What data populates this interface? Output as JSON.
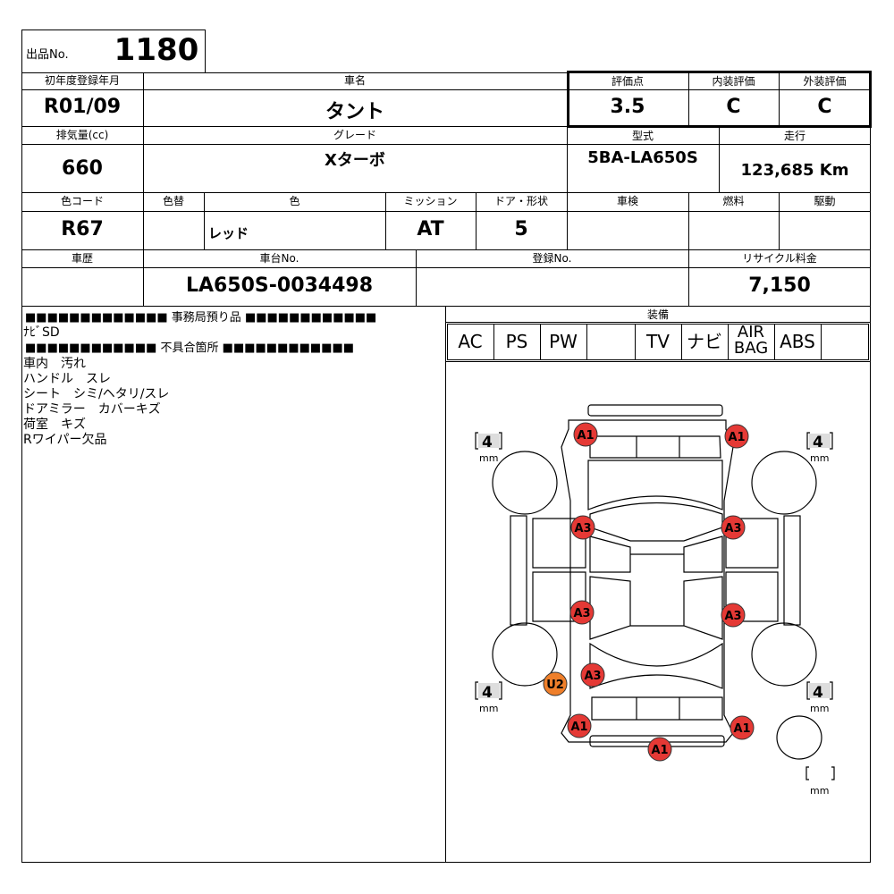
{
  "lot": {
    "label": "出品No.",
    "number": "1180"
  },
  "row1": {
    "reg_label": "初年度登録年月",
    "reg_value": "R01/09",
    "name_label": "車名",
    "name_value": "タント",
    "score_label": "評価点",
    "score_value": "3.5",
    "interior_label": "内装評価",
    "interior_value": "C",
    "exterior_label": "外装評価",
    "exterior_value": "C"
  },
  "row2": {
    "disp_label": "排気量(cc)",
    "disp_value": "660",
    "grade_label": "グレード",
    "grade_value": "Xターボ",
    "model_label": "型式",
    "model_value": "5BA-LA650S",
    "mileage_label": "走行",
    "mileage_value": "123,685 Km"
  },
  "row3": {
    "color_code_label": "色コード",
    "color_code_value": "R67",
    "color_change_label": "色替",
    "color_label": "色",
    "color_value": "レッド",
    "mission_label": "ミッション",
    "mission_value": "AT",
    "door_label": "ドア・形状",
    "door_value": "5",
    "inspection_label": "車検",
    "fuel_label": "燃料",
    "drive_label": "駆動"
  },
  "row4": {
    "history_label": "車歴",
    "chassis_label": "車台No.",
    "chassis_value": "LA650S-0034498",
    "plate_label": "登録No.",
    "recycle_label": "リサイクル料金",
    "recycle_value": "7,150"
  },
  "notes": {
    "office_header": "■■■■■■■■■■■■■ 事務局預り品 ■■■■■■■■■■■■",
    "office_items": [
      "ﾅﾋﾞSD"
    ],
    "defect_header": "■■■■■■■■■■■■ 不具合箇所 ■■■■■■■■■■■■",
    "defect_items": [
      "車内　汚れ",
      "ハンドル　スレ",
      "シート　シミ/ヘタリ/スレ",
      "ドアミラー　カバーキズ",
      "荷室　キズ",
      "Rワイパー欠品"
    ]
  },
  "equipment": {
    "label": "装備",
    "items": [
      "AC",
      "PS",
      "PW",
      "",
      "TV",
      "ナビ",
      "AIR BAG",
      "ABS",
      ""
    ]
  },
  "diagram": {
    "tire_depth": [
      "4",
      "4",
      "4",
      "4"
    ],
    "unit": "mm",
    "marks": [
      {
        "code": "A1",
        "color": "#e53935"
      },
      {
        "code": "A1",
        "color": "#e53935"
      },
      {
        "code": "A3",
        "color": "#e53935"
      },
      {
        "code": "A3",
        "color": "#e53935"
      },
      {
        "code": "A3",
        "color": "#e53935"
      },
      {
        "code": "A3",
        "color": "#e53935"
      },
      {
        "code": "A3",
        "color": "#e53935"
      },
      {
        "code": "U2",
        "color": "#ef7f2a"
      },
      {
        "code": "A1",
        "color": "#e53935"
      },
      {
        "code": "A1",
        "color": "#e53935"
      },
      {
        "code": "A1",
        "color": "#e53935"
      }
    ]
  }
}
